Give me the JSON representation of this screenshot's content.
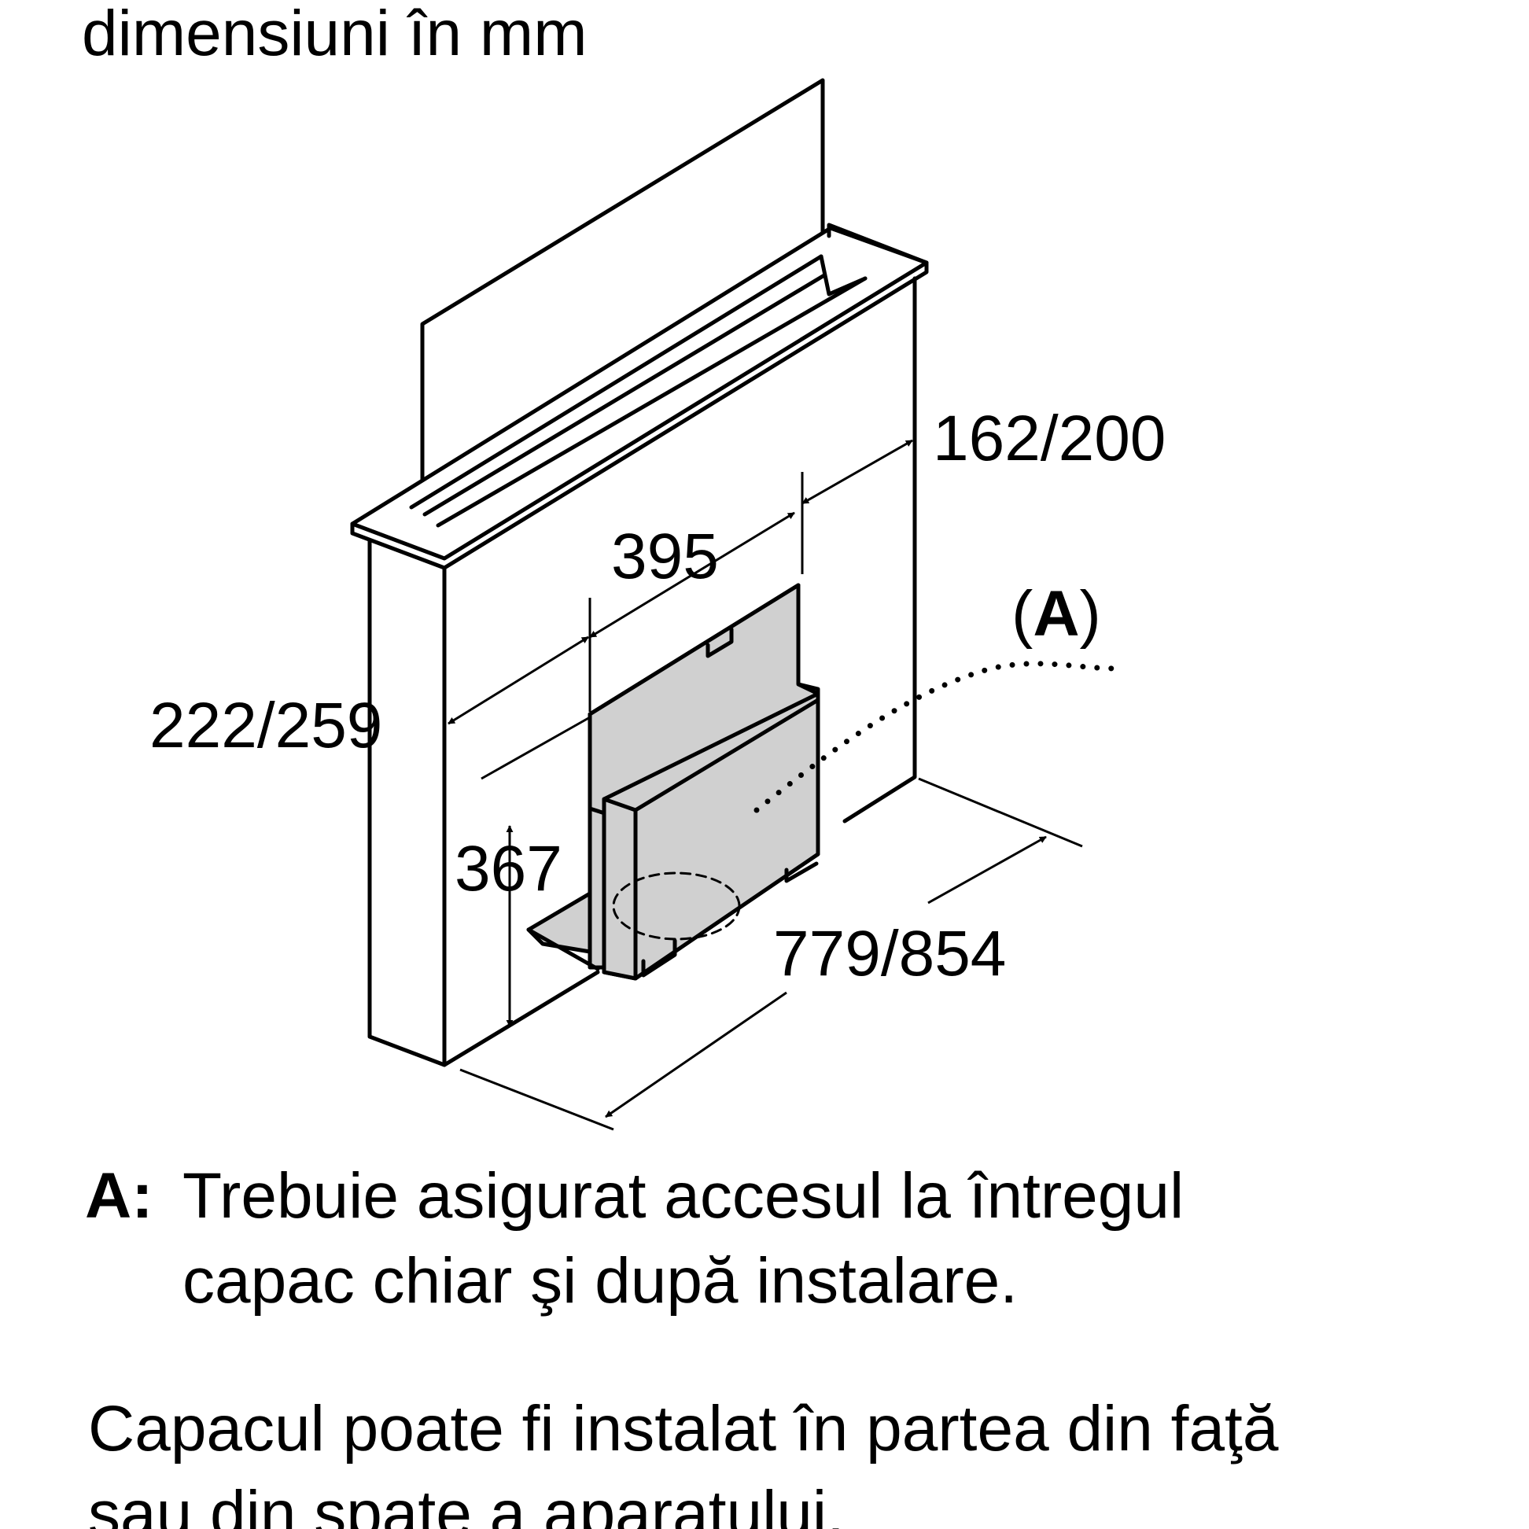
{
  "title": "dimensiuni în mm",
  "dimensions": {
    "height_total": "222/259",
    "depth_top": "162/200",
    "module_width": "395",
    "module_height": "367",
    "width_total": "779/854"
  },
  "callout": {
    "label_open": "(",
    "label_key": "A",
    "label_close": ")"
  },
  "notes": {
    "a_key": "A:",
    "a_line1": "Trebuie asigurat accesul la întregul",
    "a_line2": "capac chiar şi după instalare.",
    "b_line1": "Capacul poate fi instalat în partea din faţă",
    "b_line2": "sau din spate a aparatului."
  },
  "colors": {
    "line": "#000000",
    "module_fill": "#d0d0d0",
    "background": "#ffffff"
  }
}
